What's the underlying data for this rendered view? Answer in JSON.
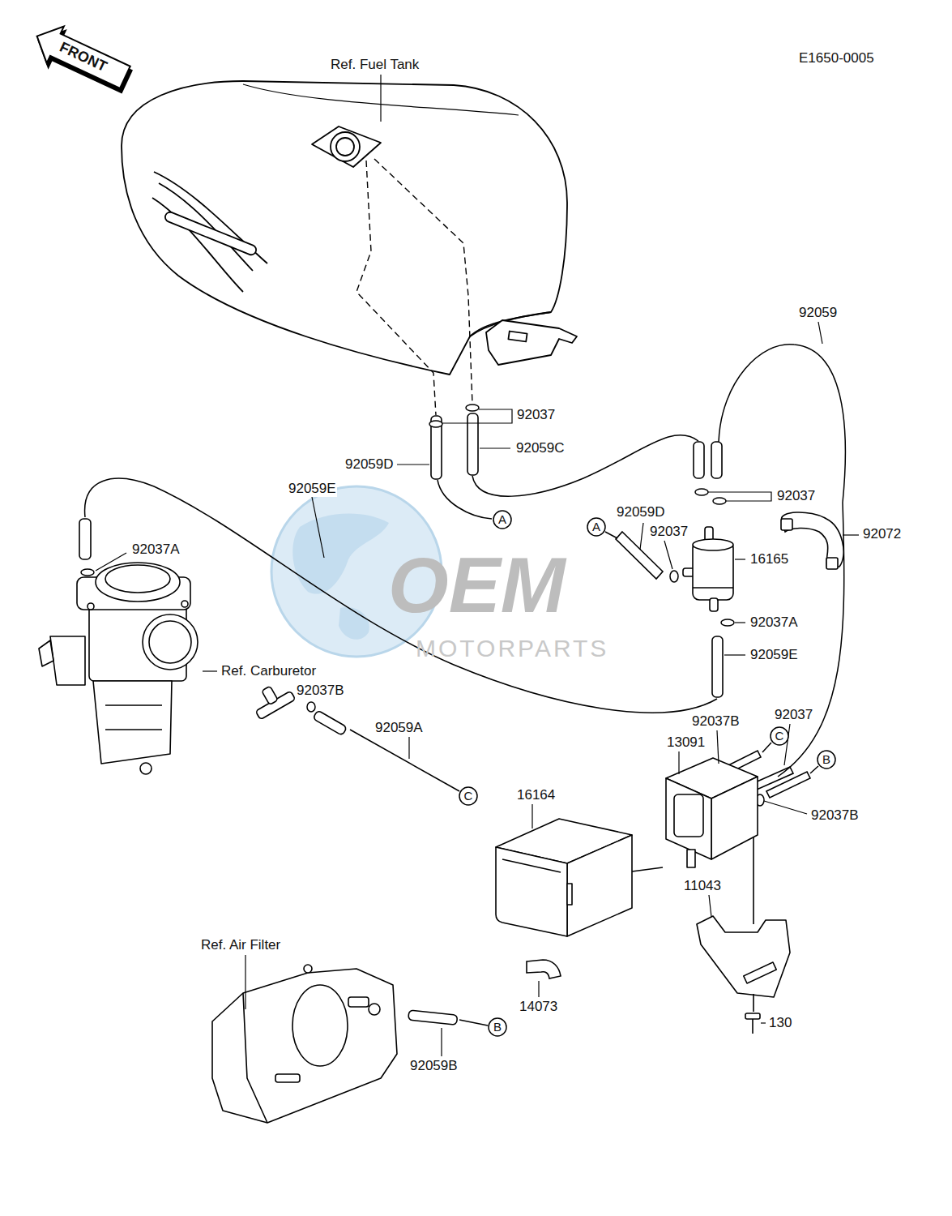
{
  "diagram": {
    "nodes": [
      {
        "text": [
          "A"
        ]
      },
      {
        "text": [
          "A"
        ]
      },
      {
        "text": [
          "C"
        ]
      },
      {
        "text": [
          "B"
        ]
      },
      {
        "text": [
          "C"
        ]
      },
      {
        "text": [
          "B"
        ]
      }
    ],
    "labels": [
      "FRONT",
      "E1650-0005",
      "Ref. Fuel Tank",
      "92059",
      "92037",
      "92059C",
      "92059D",
      "92059E",
      "92037",
      "92037A",
      "92059D",
      "92037",
      "92072",
      "16165",
      "92037A",
      "92059E",
      "Ref. Carburetor",
      "92037B",
      "92059A",
      "92037B",
      "92037",
      "13091",
      "16164",
      "92037B",
      "11043",
      "14073",
      "130",
      "Ref. Air Filter",
      "92059B",
      "OEM",
      "MOTORPARTS"
    ]
  }
}
